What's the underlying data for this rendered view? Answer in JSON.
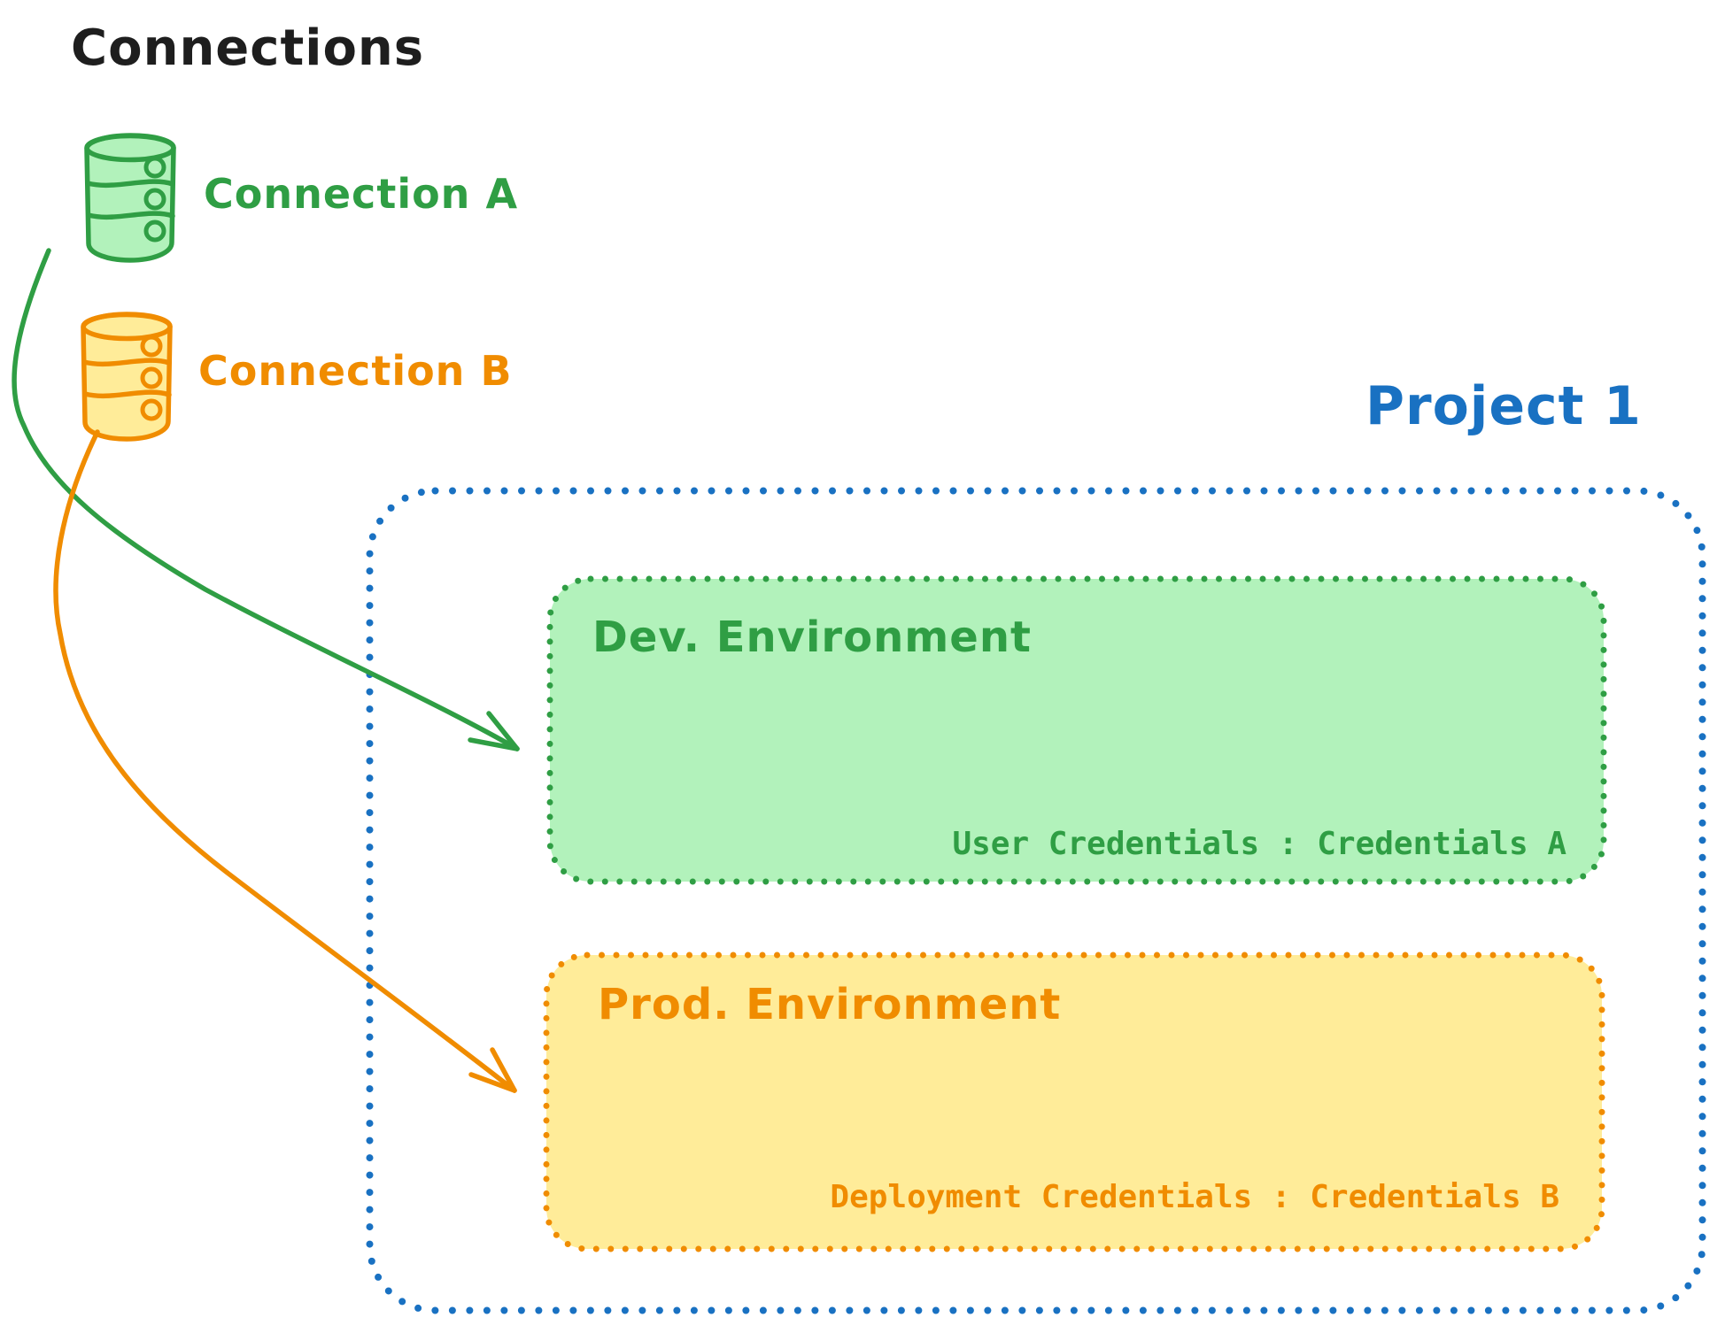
{
  "title": "Connections",
  "colors": {
    "ink": "#1e1e1e",
    "green": "#2f9e44",
    "green-fill": "#b2f2bb",
    "orange": "#f08c00",
    "orange-fill": "#ffec99",
    "blue": "#1971c2"
  },
  "connections": [
    {
      "label": "Connection A",
      "icon": "database-icon",
      "color": "#2f9e44",
      "fill": "#b2f2bb"
    },
    {
      "label": "Connection B",
      "icon": "database-icon",
      "color": "#f08c00",
      "fill": "#ffec99"
    }
  ],
  "project": {
    "title": "Project 1",
    "border_color": "#1971c2",
    "environments": [
      {
        "name": "Dev. Environment",
        "credentials_label": "User Credentials : Credentials A",
        "stroke": "#2f9e44",
        "fill": "#b2f2bb"
      },
      {
        "name": "Prod. Environment",
        "credentials_label": "Deployment Credentials : Credentials B",
        "stroke": "#f08c00",
        "fill": "#ffec99"
      }
    ]
  },
  "arrows": [
    {
      "from": "Connection A",
      "to": "Dev. Environment",
      "color": "#2f9e44"
    },
    {
      "from": "Connection B",
      "to": "Prod. Environment",
      "color": "#f08c00"
    }
  ]
}
